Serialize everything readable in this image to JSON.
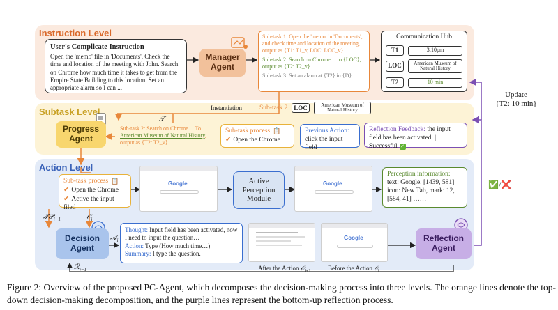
{
  "bands": {
    "instruction": {
      "title": "Instruction Level"
    },
    "subtask": {
      "title": "Subtask Level"
    },
    "action": {
      "title": "Action Level"
    }
  },
  "instruction": {
    "user_title": "User's Complicate Instruction",
    "user_text": "Open the 'memo' file in 'Documents'. Check the time and location of the meeting with John. Search on Chrome how much time it takes to get from the Empire State Building to this location. Set an appropriate alarm so I can ...",
    "manager_agent": "Manager\nAgent",
    "subtasks": [
      "Sub-task 1: Open the 'memo' in 'Documents', and check time and location of the meeting, output as {T1: T1_v, LOC: LOC_v}.",
      "Sub-task 2: Search on Chrome ... to {LOC}, output as {T2: T2_v}",
      "Sub-task 3: Set an alarm at {T2} in {D}."
    ]
  },
  "hub": {
    "title": "Communication Hub",
    "rows": [
      {
        "key": "T1",
        "value": "3:10pm"
      },
      {
        "key": "LOC",
        "value": "American Museum of Natural History"
      },
      {
        "key": "T2",
        "value": "10 min"
      }
    ],
    "update_label": "Update\n{T2: 10 min}"
  },
  "subtask": {
    "instantiation": "Instantiation",
    "subtask2_label": "Sub-task 2",
    "loc_key": "LOC",
    "loc_value": "American Museum of Natural History",
    "tau": "𝒯",
    "progress_agent": "Progress\nAgent",
    "instantiated_prefix": "Sub-task 2: Search on Chrome ... To ",
    "instantiated_link": "American Museum of Natural History",
    "instantiated_suffix": ", output as {T2: T2_v}",
    "process_title": "Sub-task process",
    "process_item": "Open the Chrome",
    "prev_action_title": "Previous Action:",
    "prev_action_text": "click the input field",
    "reflection_title": "Reflection Feedback:",
    "reflection_text": " the input field has been activated. | Successful"
  },
  "action": {
    "process_title": "Sub-task process",
    "process_items": [
      "Open the Chrome",
      "Active the input filed"
    ],
    "perception_module": "Active\nPerception\nModule",
    "perception_title": "Perception information:",
    "perception_text": "text: Google, [1439, 581] icon: New Tab, mark: 12, [584, 41] ……",
    "tp_label": "𝒯𝒫",
    "tp_sub": "i−1",
    "o_label": "𝒪",
    "o_sub": "i",
    "a_label": "𝒜",
    "a_sub": "i",
    "r_label": "ℛ",
    "r_sub": "i−1",
    "decision_agent": "Decision\nAgent",
    "thought_title": "Thought:",
    "thought_text": " Input field has been activated, now I need to input the question…",
    "action_title": "Action:",
    "action_text": " Type (How much time…)",
    "summary_title": "Summary:",
    "summary_text": " I type the question.",
    "after_label": "After the Action",
    "after_sub": "i+1",
    "before_label": "Before the Action",
    "before_sub": "i",
    "reflection_agent": "Reflection\nAgent",
    "check_cross": "✅/❌",
    "google": "Google"
  },
  "caption": "Figure 2: Overview of the proposed PC-Agent, which decomposes the decision-making process into three levels. The orange lines denote the top-down decision-making decomposition, and the purple lines represent the bottom-up reflection process.",
  "colors": {
    "orange": "#e8873a",
    "purple": "#7b4fb3",
    "green": "#5a8a2e",
    "blue": "#3a6ecf",
    "instruction_bg": "#fbeadf",
    "subtask_bg": "#fdf3d6",
    "action_bg": "#e3ebf8"
  }
}
